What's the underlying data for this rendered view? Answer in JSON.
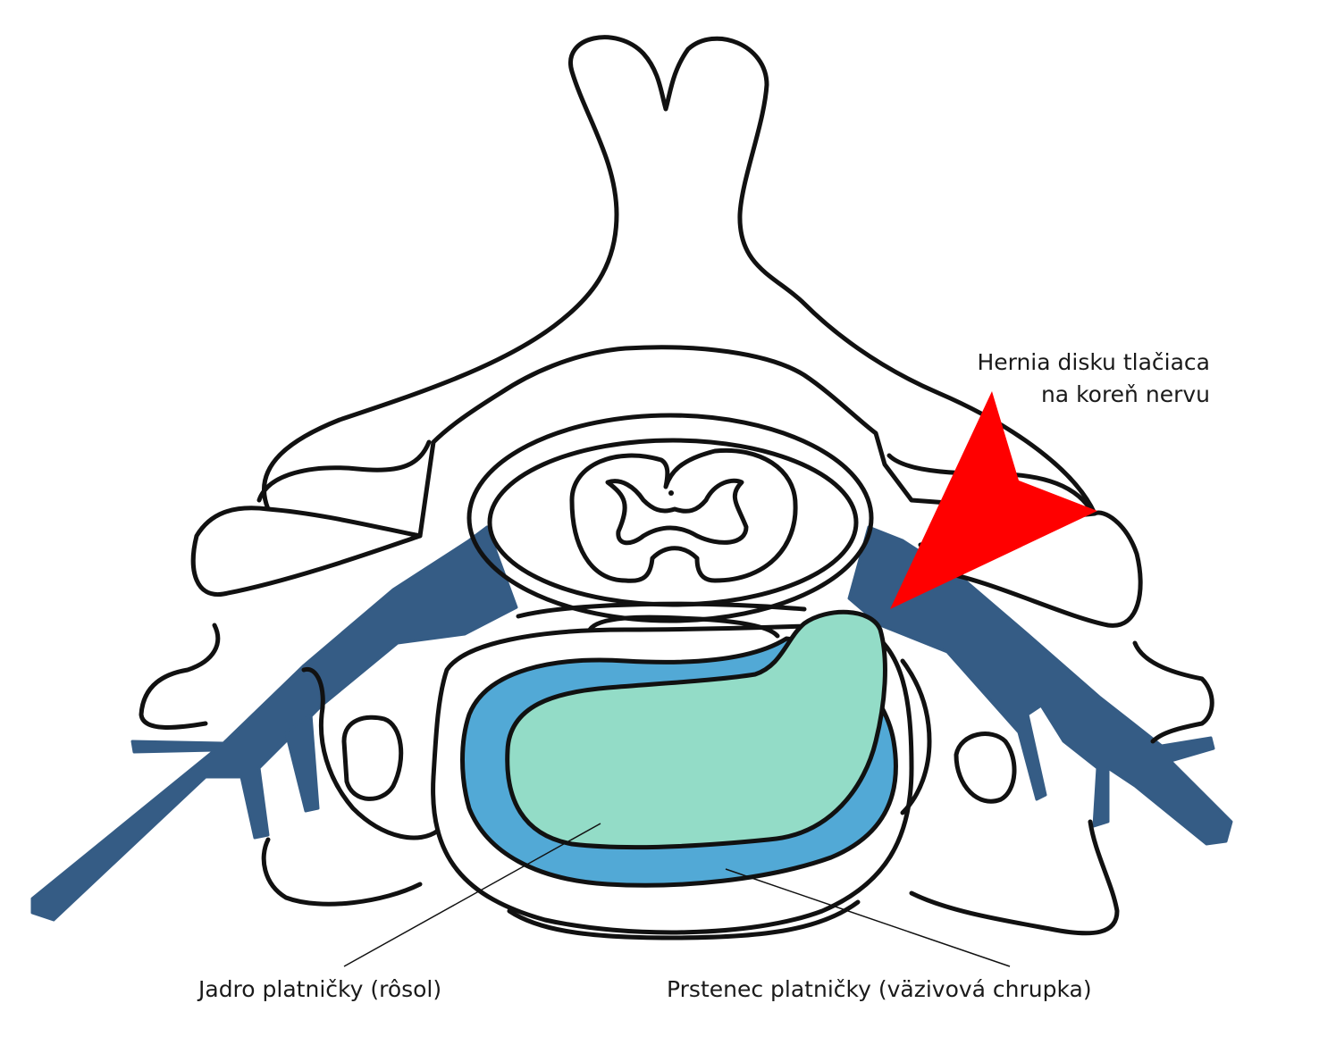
{
  "labels": {
    "hernia_line1": "Hernia disku tlačiaca",
    "hernia_line2": "na koreň nervu",
    "nucleus": "Jadro platničky (rôsol)",
    "annulus": "Prstenec platničky (väzivová chrupka)"
  },
  "colors": {
    "nerve_root": "#355c85",
    "annulus_fill": "#52a9d6",
    "nucleus_fill": "#93dcc7",
    "arrow": "#ff0000",
    "outline": "#111111"
  }
}
